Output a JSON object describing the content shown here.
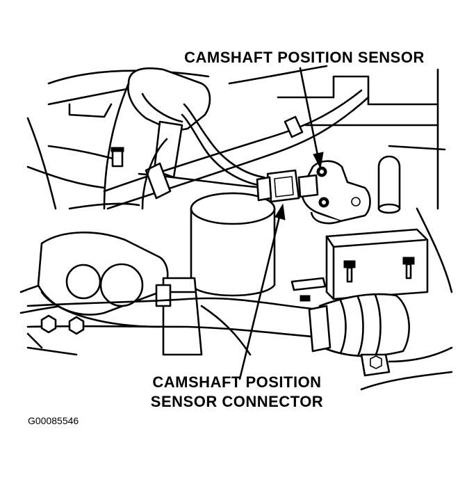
{
  "labels": {
    "camshaft_sensor": "CAMSHAFT POSITION SENSOR",
    "connector_line1": "CAMSHAFT POSITION",
    "connector_line2": "SENSOR CONNECTOR"
  },
  "figure_id": "G00085546",
  "colors": {
    "line": "#000000",
    "background": "#ffffff"
  }
}
